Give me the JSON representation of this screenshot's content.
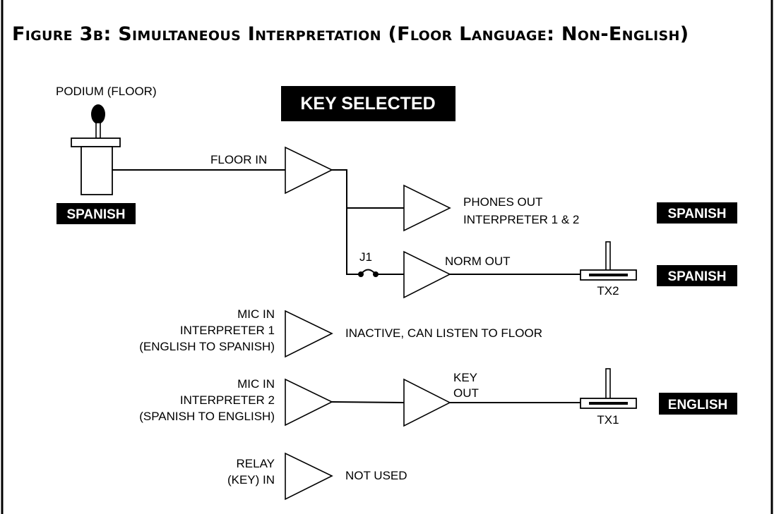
{
  "title": "Figure 3b: Simultaneous Interpretation (Floor Language: Non-English)",
  "key_selected": "KEY SELECTED",
  "podium": {
    "label": "PODIUM (FLOOR)",
    "language": "SPANISH",
    "icon": "podium-microphone-icon"
  },
  "labels": {
    "floor_in": "FLOOR IN",
    "phones_out_1": "PHONES OUT",
    "phones_out_2": "INTERPRETER 1 & 2",
    "j1": "J1",
    "norm_out": "NORM OUT",
    "tx2": "TX2",
    "mic1_1": "MIC IN",
    "mic1_2": "INTERPRETER 1",
    "mic1_3": "(ENGLISH TO SPANISH)",
    "inactive": "INACTIVE, CAN LISTEN TO FLOOR",
    "mic2_1": "MIC IN",
    "mic2_2": "INTERPRETER 2",
    "mic2_3": "(SPANISH TO ENGLISH)",
    "key_out_1": "KEY",
    "key_out_2": "OUT",
    "tx1": "TX1",
    "relay_1": "RELAY",
    "relay_2": "(KEY) IN",
    "not_used": "NOT USED"
  },
  "badges": {
    "phones_language": "SPANISH",
    "tx2_language": "SPANISH",
    "tx1_language": "ENGLISH"
  },
  "colors": {
    "ink": "#000000",
    "paper": "#ffffff"
  }
}
